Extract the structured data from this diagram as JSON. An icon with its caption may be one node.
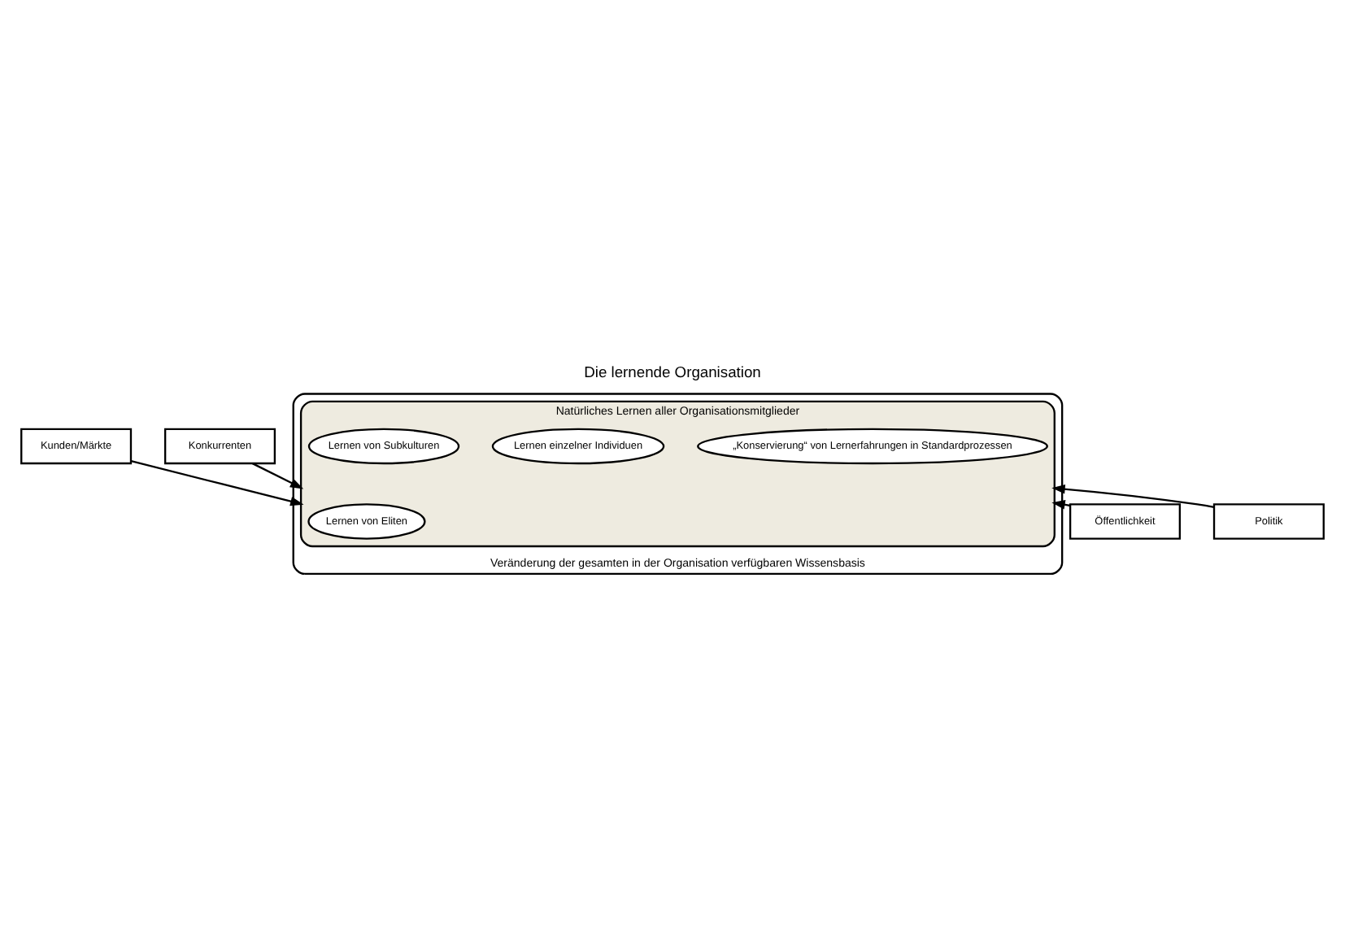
{
  "diagram": {
    "title": "Die lernende Organisation",
    "nodes": [
      {
        "text": [
          "Veränderung der gesamten in der Organisation verfügbaren Wissensbasis"
        ]
      },
      {
        "text": [
          "Natürliches Lernen aller Organisationsmitglieder"
        ],
        "in": 0
      },
      {
        "text": [
          "Lernen von Eliten"
        ],
        "in": 1
      },
      {
        "text": [
          "„Konservierung“ von Lernerfahrungen in Standardprozessen"
        ],
        "in": 1
      },
      {
        "text": [
          "Lernen einzelner Individuen"
        ],
        "in": 1
      },
      {
        "text": [
          "Lernen von Subkulturen"
        ],
        "in": 1
      },
      {
        "text": [
          "Kunden/Märkte"
        ]
      },
      {
        "text": [
          "Konkurrenten"
        ]
      },
      {
        "text": [
          "Öffentlichkeit"
        ]
      },
      {
        "text": [
          "Politik"
        ]
      }
    ],
    "edges": [
      {
        "from": 6,
        "to": 1,
        "arrow": "to"
      },
      {
        "from": 7,
        "to": 1,
        "arrow": "to"
      },
      {
        "from": 8,
        "to": 1,
        "arrow": "to"
      },
      {
        "from": 9,
        "to": 1,
        "arrow": "to"
      }
    ]
  }
}
